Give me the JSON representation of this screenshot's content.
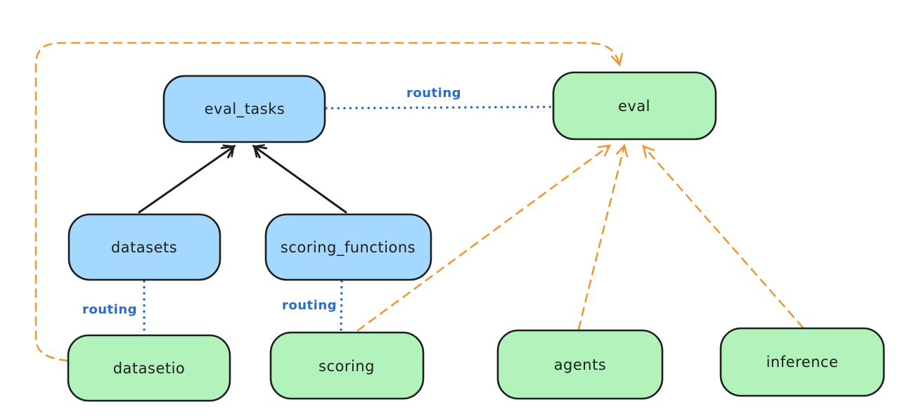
{
  "colors": {
    "background": "#ffffff",
    "node_blue_fill": "#a5d8ff",
    "node_green_fill": "#b2f2bb",
    "node_stroke": "#1e1e1e",
    "solid_arrow_black": "#1e1e1e",
    "dashed_arrow_orange": "#ef9838",
    "routing_blue": "#2e6cbf"
  },
  "diagram": {
    "nodes": [
      {
        "id": "eval_tasks",
        "label": "eval_tasks",
        "color": "blue"
      },
      {
        "id": "eval",
        "label": "eval",
        "color": "green"
      },
      {
        "id": "datasets",
        "label": "datasets",
        "color": "blue"
      },
      {
        "id": "scoring_functions",
        "label": "scoring_functions",
        "color": "blue"
      },
      {
        "id": "datasetio",
        "label": "datasetio",
        "color": "green"
      },
      {
        "id": "scoring",
        "label": "scoring",
        "color": "green"
      },
      {
        "id": "agents",
        "label": "agents",
        "color": "green"
      },
      {
        "id": "inference",
        "label": "inference",
        "color": "green"
      }
    ],
    "edges": [
      {
        "from": "datasets",
        "to": "eval_tasks",
        "style": "solid",
        "color": "black"
      },
      {
        "from": "scoring_functions",
        "to": "eval_tasks",
        "style": "solid",
        "color": "black"
      },
      {
        "from": "eval_tasks",
        "to": "eval",
        "style": "dotted",
        "color": "blue",
        "label": "routing"
      },
      {
        "from": "datasets",
        "to": "datasetio",
        "style": "dotted",
        "color": "blue",
        "label": "routing"
      },
      {
        "from": "scoring_functions",
        "to": "scoring",
        "style": "dotted",
        "color": "blue",
        "label": "routing"
      },
      {
        "from": "datasetio",
        "to": "eval",
        "style": "dashed",
        "color": "orange"
      },
      {
        "from": "scoring",
        "to": "eval",
        "style": "dashed",
        "color": "orange"
      },
      {
        "from": "agents",
        "to": "eval",
        "style": "dashed",
        "color": "orange"
      },
      {
        "from": "inference",
        "to": "eval",
        "style": "dashed",
        "color": "orange"
      }
    ]
  }
}
